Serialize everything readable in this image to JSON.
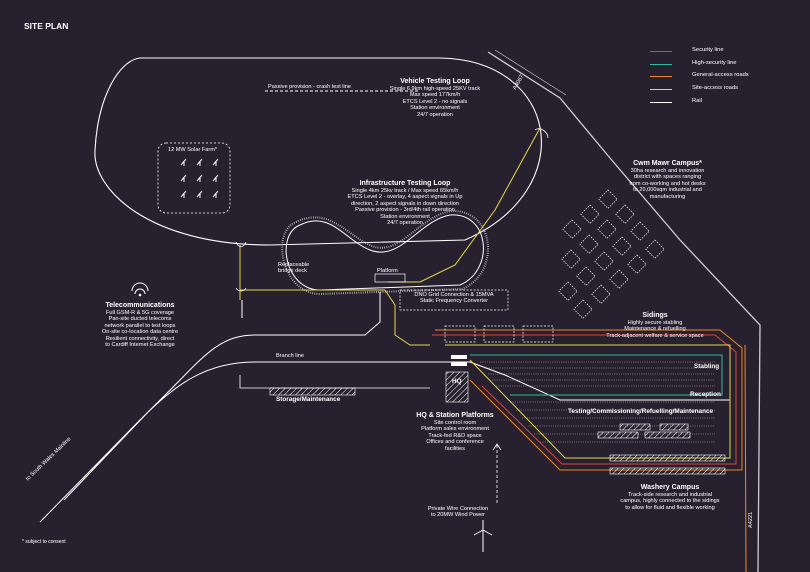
{
  "page_title": "SITE PLAN",
  "legend": [
    {
      "label": "Security line",
      "color": "#e0423a"
    },
    {
      "label": "High-security line",
      "color": "#2fbf9f"
    },
    {
      "label": "General-access roads",
      "color": "#f0842a"
    },
    {
      "label": "Site-access roads",
      "color": "#e6d84a"
    },
    {
      "label": "Rail",
      "color": "#ffffff"
    }
  ],
  "colors": {
    "background": "#27212f"
  },
  "labels": {
    "passive_provision": "Passive provision - crash test line",
    "vehicle_loop": {
      "title": "Vehicle Testing Loop",
      "lines": [
        "Single 6.9km high-speed 25KV track",
        "Max speed 177km/h",
        "ETCS Level 2 - no signals",
        "Station environment",
        "24/7 operation"
      ]
    },
    "solar_farm": "12 MW Solar Farm*",
    "infra_loop": {
      "title": "Infrastructure Testing Loop",
      "lines": [
        "Single 4km 25kv track / Max speed 65km/h",
        "ETCS Level 2 - overlay, 4 aspect signals in Up",
        "direction, 2 aspect signals in down direction",
        "Passive provision - 3rd/4th rail operation",
        "Station environment",
        "24/7 operation"
      ]
    },
    "cwm_mawr": {
      "title": "Cwm Mawr Campus*",
      "lines": [
        "30ha research and innovation",
        "district with spaces ranging",
        "from co-working and hot desks",
        "to 20,000sqm industrial and",
        "manufacturing"
      ]
    },
    "bridge_deck": [
      "Replaceable",
      "bridge deck"
    ],
    "platform": "Platform",
    "dno": [
      "DNO Grid Connection & 15MVA",
      "Static Frequency Converter"
    ],
    "telecom": {
      "title": "Telecommunications",
      "lines": [
        "Full GSM-R & 5G coverage",
        "Pan-site ducted telecoms",
        "network parallel to test loops",
        "On-site co-location data centre",
        "Resilient connectivity, direct",
        "to Cardiff Internet Exchange"
      ]
    },
    "sidings": {
      "title": "Sidings",
      "lines": [
        "Highly secure stabling",
        "Maintenance & refuelling",
        "Track-adjacent welfare & service space"
      ]
    },
    "branch_line": "Branch line",
    "stabling": "Stabling",
    "reception": "Reception",
    "storage": "Storage/Maintenance",
    "hq_box": "HQ",
    "testing": "Testing/Commissioning/Refuelling/Maintenance",
    "hq_station": {
      "title": "HQ & Station Platforms",
      "lines": [
        "Site control room",
        "Platform sales environment",
        "Track-fed R&D space",
        "Offices and conference",
        "facilities"
      ]
    },
    "washery": {
      "title": "Washery Campus",
      "lines": [
        "Track-side research and industrial",
        "campus, highly connected to the sidings",
        "to allow for fluid and flexible working"
      ]
    },
    "private_wire": [
      "Private Wire Connection",
      "to 20MW Wind Power"
    ],
    "mainline": "to South Wales Mainline",
    "road_a4067": "A4067",
    "road_a4221": "A4221",
    "footnote": "* subject to consent"
  }
}
